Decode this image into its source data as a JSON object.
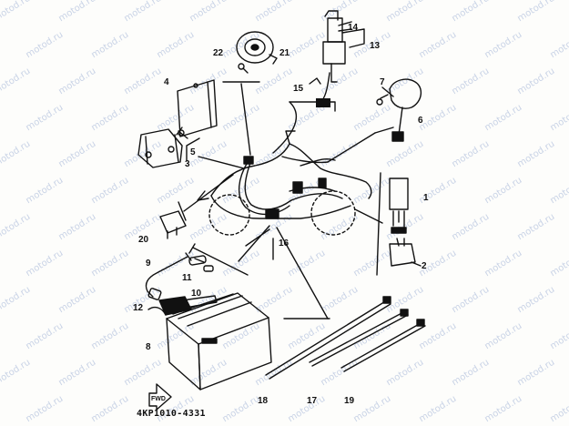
{
  "watermark": "motod.ru",
  "diagram_code": "4KP1010-4331",
  "arrow_text": "FWD",
  "parts": {
    "p1": "1",
    "p2": "2",
    "p3": "3",
    "p4": "4",
    "p5": "5",
    "p6": "6",
    "p7": "7",
    "p8": "8",
    "p9": "9",
    "p10": "10",
    "p11": "11",
    "p12": "12",
    "p13": "13",
    "p14": "14",
    "p15": "15",
    "p16": "16",
    "p17": "17",
    "p18": "18",
    "p19": "19",
    "p20": "20",
    "p21": "21",
    "p22": "22"
  }
}
